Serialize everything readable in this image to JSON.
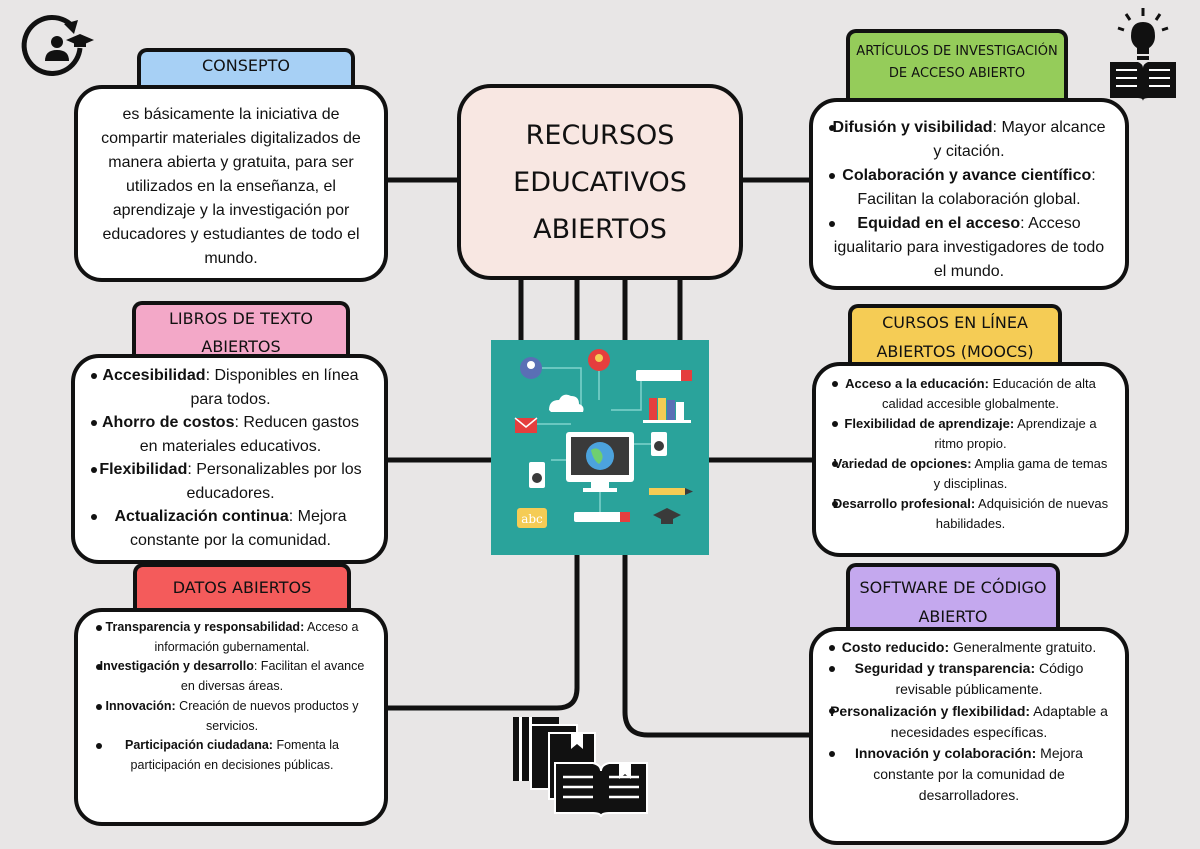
{
  "colors": {
    "background": "#e8e6e6",
    "title_fill": "#f8e7e2",
    "concepto_tab": "#a7d0f5",
    "libros_tab": "#f3a8c8",
    "datos_tab": "#f45b5b",
    "articulos_tab": "#95cc5a",
    "cursos_tab": "#f5cc55",
    "software_tab": "#c4a8ee",
    "art_background": "#2aa39b"
  },
  "icons": [
    "student-cycle-icon",
    "lightbulb-book-icon",
    "education-computer-illustration",
    "books-stack-icon"
  ],
  "title": {
    "lines": [
      "RECURSOS",
      "EDUCATIVOS",
      "ABIERTOS"
    ]
  },
  "concepto": {
    "tab": "CONSEPTO",
    "text": "es básicamente la iniciativa de compartir materiales digitalizados de manera abierta y gratuita, para ser utilizados en la enseñanza, el aprendizaje y la investigación por educadores y estudiantes de todo el mundo."
  },
  "libros": {
    "tab": "LIBROS DE TEXTO ABIERTOS",
    "items": [
      {
        "term": "Accesibilidad",
        "desc": ": Disponibles en línea para todos."
      },
      {
        "term": "Ahorro de costos",
        "desc": ": Reducen gastos en materiales educativos."
      },
      {
        "term": "Flexibilidad",
        "desc": ": Personalizables por los educadores."
      },
      {
        "term": "Actualización continua",
        "desc": ": Mejora constante por la comunidad."
      }
    ]
  },
  "datos": {
    "tab": "DATOS ABIERTOS",
    "items": [
      {
        "term": "Transparencia y responsabilidad:",
        "desc": " Acceso a información gubernamental."
      },
      {
        "term": "Investigación y desarrollo",
        "desc": ": Facilitan el avance en diversas áreas."
      },
      {
        "term": "Innovación:",
        "desc": " Creación de nuevos productos y servicios."
      },
      {
        "term": "Participación ciudadana:",
        "desc": " Fomenta la participación en decisiones públicas."
      }
    ]
  },
  "articulos": {
    "tab": "ARTÍCULOS DE INVESTIGACIÓN DE ACCESO ABIERTO",
    "items": [
      {
        "term": "Difusión y visibilidad",
        "desc": ": Mayor alcance y citación."
      },
      {
        "term": "Colaboración y avance científico",
        "desc": ": Facilitan la colaboración global."
      },
      {
        "term": "Equidad en el acceso",
        "desc": ": Acceso igualitario para investigadores de todo el mundo."
      }
    ]
  },
  "cursos": {
    "tab": "CURSOS EN LÍNEA ABIERTOS (MOOCS)",
    "items": [
      {
        "term": "Acceso a la educación:",
        "desc": " Educación de alta calidad accesible globalmente."
      },
      {
        "term": "Flexibilidad de aprendizaje:",
        "desc": " Aprendizaje a ritmo propio."
      },
      {
        "term": "Variedad de opciones:",
        "desc": " Amplia gama de temas y disciplinas."
      },
      {
        "term": "Desarrollo profesional:",
        "desc": " Adquisición de nuevas habilidades."
      }
    ]
  },
  "software": {
    "tab": "SOFTWARE DE CÓDIGO ABIERTO",
    "items": [
      {
        "term": "Costo reducido:",
        "desc": " Generalmente gratuito."
      },
      {
        "term": "Seguridad y transparencia:",
        "desc": " Código revisable públicamente."
      },
      {
        "term": "Personalización y flexibilidad:",
        "desc": " Adaptable a necesidades específicas."
      },
      {
        "term": "Innovación y colaboración:",
        "desc": " Mejora constante por la comunidad de desarrolladores."
      }
    ]
  },
  "art": {
    "search_hint": "",
    "abc_label": "abc"
  }
}
